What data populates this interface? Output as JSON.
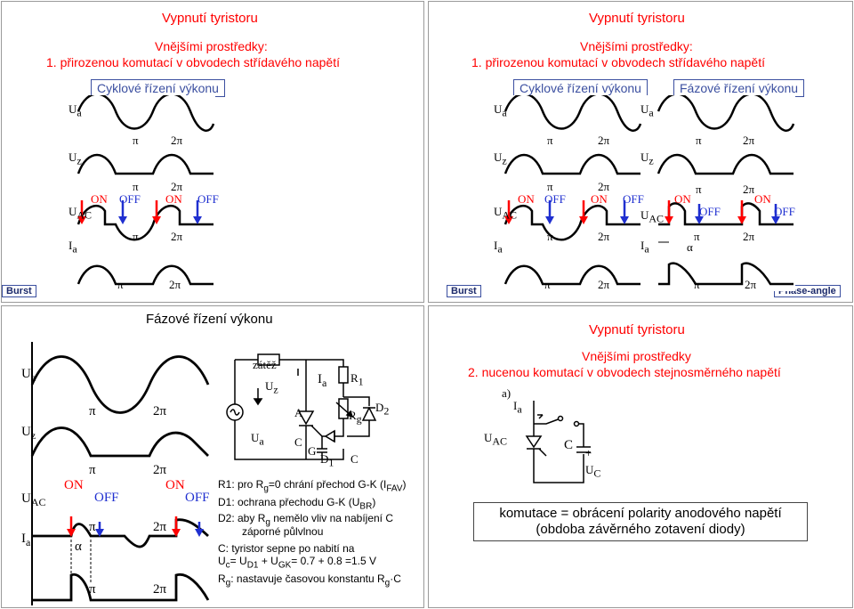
{
  "slide1": {
    "title": "Vypnutí tyristoru",
    "subtitle": "Vnějšími prostředky:",
    "item": "1.  přirozenou komutací v obvodech střídavého napětí",
    "box_label": "Cyklové řízení  výkonu",
    "footer_tag": "Burst",
    "labels": {
      "ua": "U",
      "ua_sub": "a",
      "uz": "U",
      "uz_sub": "z",
      "uac": "U",
      "uac_sub": "AC",
      "ia": "I",
      "ia_sub": "a"
    },
    "pi": "π",
    "two_pi": "2π",
    "states": [
      "ON",
      "OFF",
      "ON",
      "OFF"
    ]
  },
  "slide2": {
    "title": "Vypnutí tyristoru",
    "subtitle": "Vnějšími prostředky:",
    "item": "1.  přirozenou komutací v obvodech střídavého napětí",
    "box_left": "Cyklové řízení  výkonu",
    "box_right": "Fázové řízení  výkonu",
    "footer_left": "Burst",
    "footer_right": "Phase-angle",
    "alpha": "α",
    "states_right": [
      "ON",
      "OFF",
      "ON",
      "OFF"
    ]
  },
  "slide3": {
    "title": "Fázové řízení  výkonu",
    "circuit": {
      "load": "zátěž",
      "uz": "U",
      "uz_sub": "z",
      "ua": "U",
      "ua_sub": "a",
      "ia": "I",
      "ia_sub": "a",
      "r1": "R",
      "r1_sub": "1",
      "rg": "R",
      "rg_sub": "g",
      "d2": "D",
      "d2_sub": "2",
      "d1": "D",
      "d1_sub": "1",
      "a": "A",
      "c": "C",
      "g": "G",
      "cap": "C"
    },
    "notes": [
      "R1: pro R_g=0 chrání přechod G-K (I_FAV)",
      "D1: ochrana přechodu G-K (U_BR)",
      "D2: aby R_g nemělo vliv na nabíjení C",
      "záporné půlvlnou",
      "C: tyristor sepne po nabití na",
      "U_c= U_D1 + U_GK= 0.7 + 0.8 =1.5 V",
      "R_g: nastavuje časovou konstantu R_g·C"
    ],
    "states": [
      "ON",
      "OFF",
      "ON",
      "OFF"
    ],
    "alpha": "α"
  },
  "slide4": {
    "title": "Vypnutí tyristoru",
    "subtitle": "Vnějšími prostředky",
    "item": "2. nucenou komutací v obvodech stejnosměrného napětí",
    "fig_label": "a)",
    "ia": "I",
    "ia_sub": "a",
    "uac": "U",
    "uac_sub": "AC",
    "c": "C",
    "uc": "U",
    "uc_sub": "C",
    "plus": "+",
    "box_line1": "komutace = obrácení polarity anodového napětí",
    "box_line2": "(obdoba závěrného zotavení diody)"
  },
  "colors": {
    "red": "#ff0000",
    "blue": "#1f2fd0",
    "dark_red": "#cc0000",
    "box_border": "#3b4fa0"
  }
}
